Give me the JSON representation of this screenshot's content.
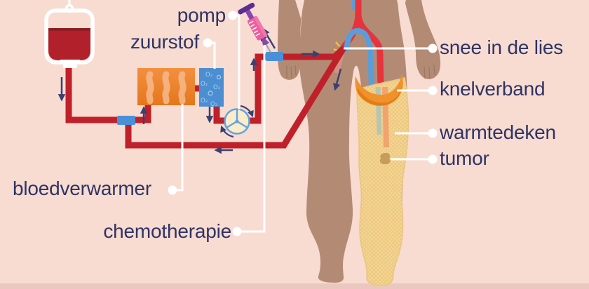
{
  "labels": {
    "pump": "pomp",
    "oxygen": "zuurstof",
    "blood_warmer": "bloedverwarmer",
    "chemotherapy": "chemotherapie",
    "groin_incision": "snee in de lies",
    "tourniquet": "knelverband",
    "warming_blanket": "warmtedeken",
    "tumor": "tumor"
  },
  "oxygenator": {
    "symbol": "O₂"
  },
  "colors": {
    "background": "#f8dbd1",
    "floor": "#ebc8bf",
    "skin": "#b38b75",
    "skin_line": "#9b7360",
    "label_text": "#2e3464",
    "tube": "#c0202a",
    "artery": "#e8323c",
    "vein": "#5b9dd8",
    "connector": "#4a90d9",
    "warmer_orange_1": "#f29040",
    "warmer_orange_2": "#e5761c",
    "warmer_wave": "#f7b98c",
    "oxygenator_blue": "#4b8fd2",
    "oxygenator_text": "#abcdea",
    "pump_fill": "#fbeccb",
    "pump_stroke": "#66a3d8",
    "blanket": "#f4d794",
    "blanket_line": "#dfb264",
    "tourniquet": "#f0912c",
    "tourniquet_dark": "#e17a15",
    "blood": "#b2212b",
    "blood_dark": "#8f1d26",
    "syringe_pink": "#ec5f9f",
    "syringe_pink_light": "#f481b4",
    "syringe_purple": "#8448ab",
    "syringe_purple_dark": "#5c2d91",
    "navy": "#3a4070",
    "leader": "#ffffff",
    "tumor": "#c49a56",
    "incision_mark": "#f2c233",
    "stump": "#e89a92",
    "leg_vein": "#a9c3bc",
    "leg_artery": "#f2a26e"
  }
}
